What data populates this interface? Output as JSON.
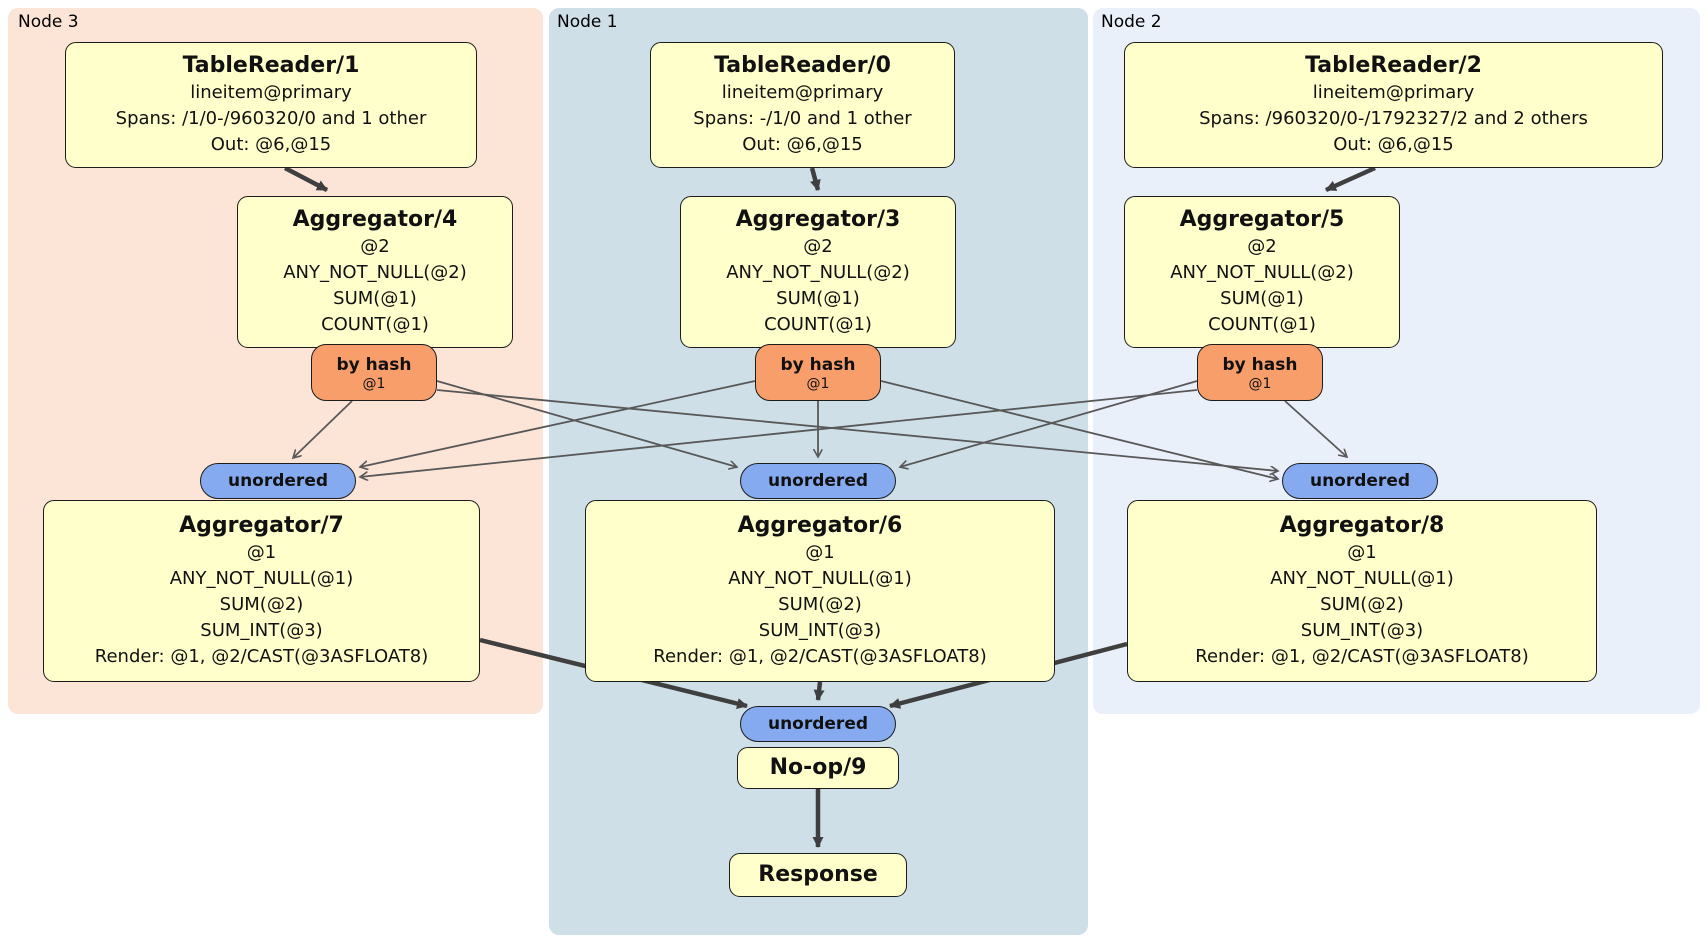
{
  "diagram": {
    "node_groups": [
      {
        "id": "node3",
        "label": "Node 3"
      },
      {
        "id": "node1",
        "label": "Node 1"
      },
      {
        "id": "node2",
        "label": "Node 2"
      }
    ],
    "routers": {
      "by_hash": "by hash",
      "by_hash_arg": "@1",
      "unordered": "unordered"
    },
    "processors": {
      "tr1": {
        "title": "TableReader/1",
        "lines": [
          "lineitem@primary",
          "Spans: /1/0-/960320/0 and 1 other",
          "Out: @6,@15"
        ]
      },
      "tr0": {
        "title": "TableReader/0",
        "lines": [
          "lineitem@primary",
          "Spans: -/1/0 and 1 other",
          "Out: @6,@15"
        ]
      },
      "tr2": {
        "title": "TableReader/2",
        "lines": [
          "lineitem@primary",
          "Spans: /960320/0-/1792327/2 and 2 others",
          "Out: @6,@15"
        ]
      },
      "agg4": {
        "title": "Aggregator/4",
        "lines": [
          "@2",
          "ANY_NOT_NULL(@2)",
          "SUM(@1)",
          "COUNT(@1)"
        ]
      },
      "agg3": {
        "title": "Aggregator/3",
        "lines": [
          "@2",
          "ANY_NOT_NULL(@2)",
          "SUM(@1)",
          "COUNT(@1)"
        ]
      },
      "agg5": {
        "title": "Aggregator/5",
        "lines": [
          "@2",
          "ANY_NOT_NULL(@2)",
          "SUM(@1)",
          "COUNT(@1)"
        ]
      },
      "agg7": {
        "title": "Aggregator/7",
        "lines": [
          "@1",
          "ANY_NOT_NULL(@1)",
          "SUM(@2)",
          "SUM_INT(@3)",
          "Render: @1, @2/CAST(@3ASFLOAT8)"
        ]
      },
      "agg6": {
        "title": "Aggregator/6",
        "lines": [
          "@1",
          "ANY_NOT_NULL(@1)",
          "SUM(@2)",
          "SUM_INT(@3)",
          "Render: @1, @2/CAST(@3ASFLOAT8)"
        ]
      },
      "agg8": {
        "title": "Aggregator/8",
        "lines": [
          "@1",
          "ANY_NOT_NULL(@1)",
          "SUM(@2)",
          "SUM_INT(@3)",
          "Render: @1, @2/CAST(@3ASFLOAT8)"
        ]
      },
      "noop": {
        "title": "No-op/9"
      },
      "response": {
        "title": "Response"
      }
    },
    "colors": {
      "node3-bg": "#fce4d6",
      "node1-bg": "#cfdfe8",
      "node2-bg": "#eaf0fa",
      "processor-bg": "#ffffcc",
      "router-bg": "#f79e6b",
      "sync-bg": "#85aaf0",
      "edge": "#585858",
      "edge-thick": "#3f3f3f"
    }
  }
}
